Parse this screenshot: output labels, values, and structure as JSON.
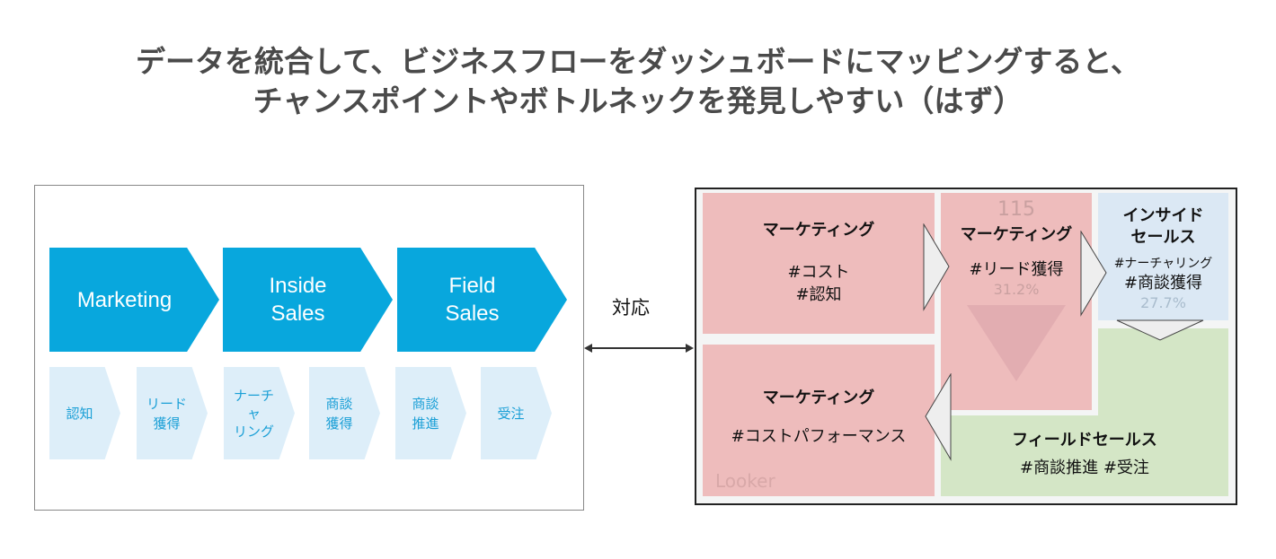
{
  "title": {
    "line1": "データを統合して、ビジネスフローをダッシュボードにマッピングすると、",
    "line2": "チャンスポイントやボトルネックを発見しやすい（はず）"
  },
  "flow": {
    "stages": [
      "Marketing",
      "Inside\nSales",
      "Field\nSales"
    ],
    "steps": [
      "認知",
      "リード\n獲得",
      "ナーチ\nャ\nリング",
      "商談\n獲得",
      "商談\n推進",
      "受注"
    ],
    "stage_color": "#08a7dd",
    "step_color": "#ddeef9"
  },
  "mapping_label": "対応",
  "dashboard": {
    "panels": [
      {
        "heading": "マーケティング",
        "tags": "#コスト\n#認知",
        "color": "#eebcbc"
      },
      {
        "heading": "マーケティング",
        "tags": "#リード獲得",
        "metric": "31.2%",
        "faint_number": "115",
        "color": "#eebcbc"
      },
      {
        "heading": "インサイド\nセールス",
        "tags_small": "#ナーチャリング",
        "tags": "#商談獲得",
        "metric": "27.7%",
        "color": "#dbe8f4"
      },
      {
        "heading": "フィールドセールス",
        "tags": "#商談推進 #受注",
        "color": "#d4e6c6"
      },
      {
        "heading": "マーケティング",
        "tags": "#コストパフォーマンス",
        "color": "#eebcbc"
      }
    ],
    "watermark": "Looker"
  }
}
